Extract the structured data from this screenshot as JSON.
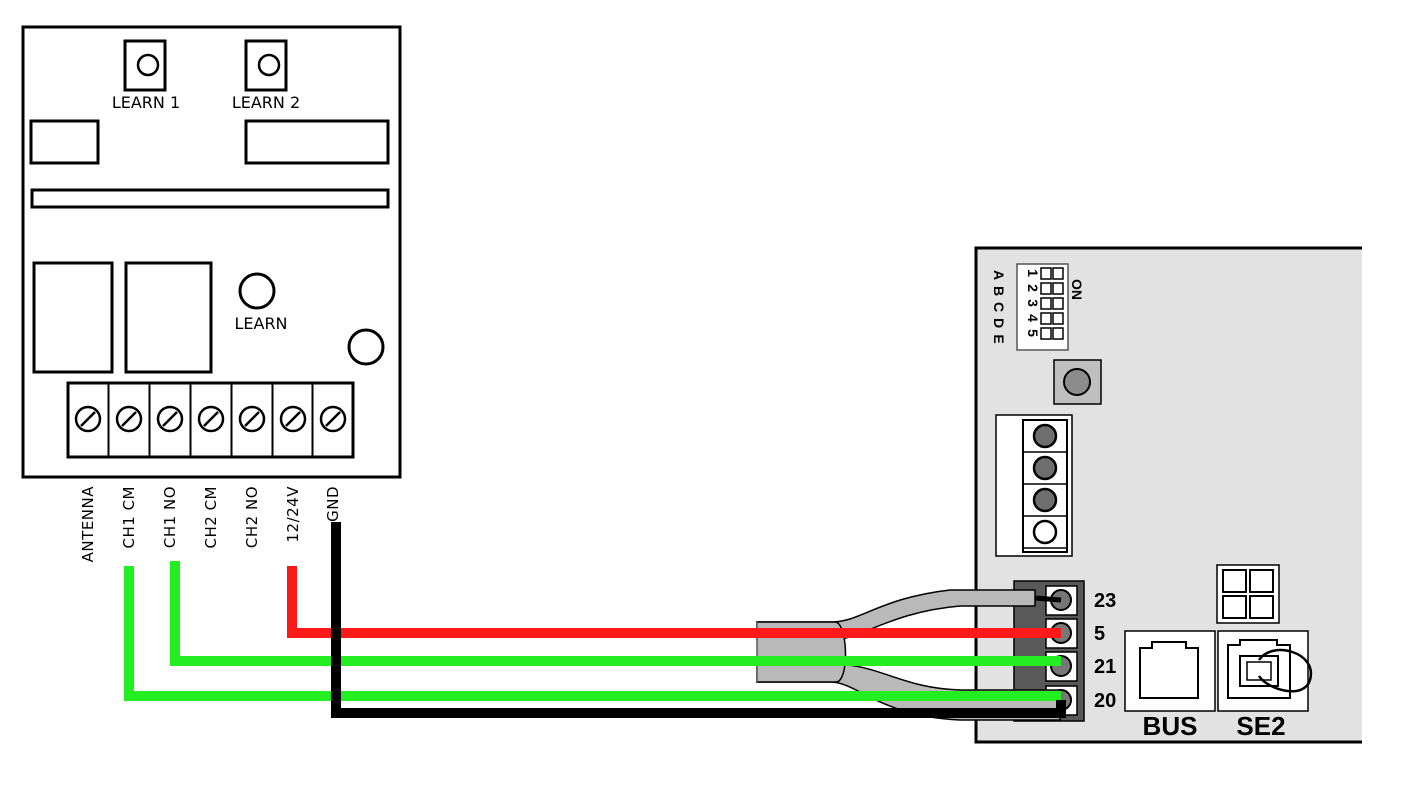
{
  "receiver": {
    "buttons": {
      "learn1": "LEARN 1",
      "learn2": "LEARN 2",
      "learn": "LEARN"
    },
    "terminals": [
      "ANTENNA",
      "CH1 CM",
      "CH1 NO",
      "CH2 CM",
      "CH2 NO",
      "12/24V",
      "GND"
    ]
  },
  "panel": {
    "dip": {
      "on_label": "ON",
      "numbers": [
        "1",
        "2",
        "3",
        "4",
        "5"
      ],
      "letters": [
        "A",
        "B",
        "C",
        "D",
        "E"
      ]
    },
    "terminals": [
      "23",
      "5",
      "21",
      "20"
    ],
    "ports": {
      "bus": "BUS",
      "se2": "SE2"
    }
  },
  "wires": [
    {
      "from": "12/24V",
      "to": "5",
      "color": "#ff1a1a"
    },
    {
      "from": "CH1 NO",
      "to": "21",
      "color": "#22ee22"
    },
    {
      "from": "CH1 CM",
      "to": "20",
      "color": "#22ee22"
    },
    {
      "from": "GND",
      "to": "20",
      "color": "#000000"
    },
    {
      "from": "",
      "to": "23",
      "color": "#b9b9b9"
    }
  ]
}
